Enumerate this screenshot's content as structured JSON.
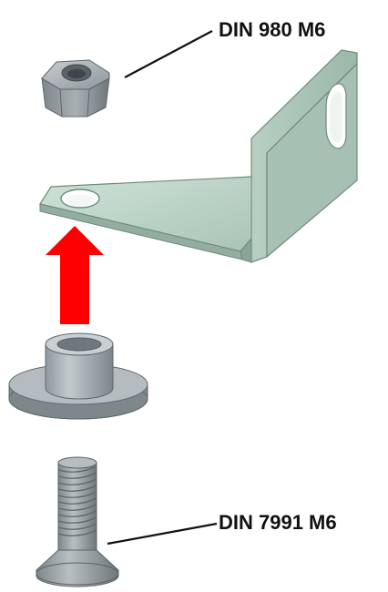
{
  "labels": {
    "nut_callout": "DIN 980 M6",
    "screw_callout": "DIN 7991 M6"
  },
  "colors": {
    "arrow": "#ff0000",
    "bracket": "#bcd6c8",
    "metal": "#a9b2b7",
    "leader": "#111111"
  },
  "parts": [
    {
      "name": "nut",
      "icon": "hex-nut-icon"
    },
    {
      "name": "bracket",
      "icon": "angle-bracket-icon"
    },
    {
      "name": "assembly-direction",
      "icon": "arrow-up-icon"
    },
    {
      "name": "flanged-bushing",
      "icon": "flanged-bushing-icon"
    },
    {
      "name": "countersunk-screw",
      "icon": "countersunk-screw-icon"
    }
  ]
}
